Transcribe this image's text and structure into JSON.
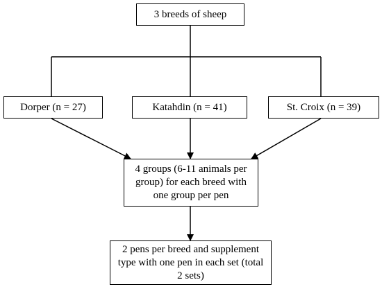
{
  "diagram": {
    "root": {
      "label": "3 breeds of sheep"
    },
    "breeds": [
      {
        "label": "Dorper (n = 27)"
      },
      {
        "label": "Katahdin (n = 41)"
      },
      {
        "label": "St. Croix (n = 39)"
      }
    ],
    "groups": {
      "label": "4 groups (6-11 animals per group) for each breed with one group per pen"
    },
    "pens": {
      "label": "2 pens per breed and supplement type with one pen in each set (total 2 sets)"
    },
    "colors": {
      "stroke": "#000000",
      "fill": "#ffffff"
    }
  }
}
